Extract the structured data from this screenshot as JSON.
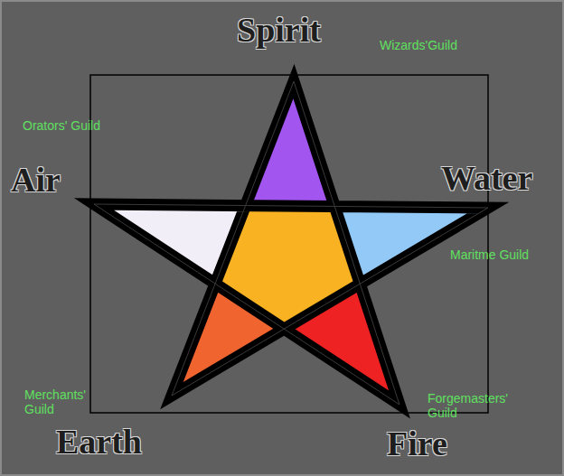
{
  "diagram": {
    "labels": [
      "Spirit",
      "Wizards'Guild",
      "Orators' Guild",
      "Air",
      "Water",
      "Maritme Guild",
      "Merchants' Guild",
      "Forgemasters' Guild",
      "Earth",
      "Fire"
    ]
  }
}
